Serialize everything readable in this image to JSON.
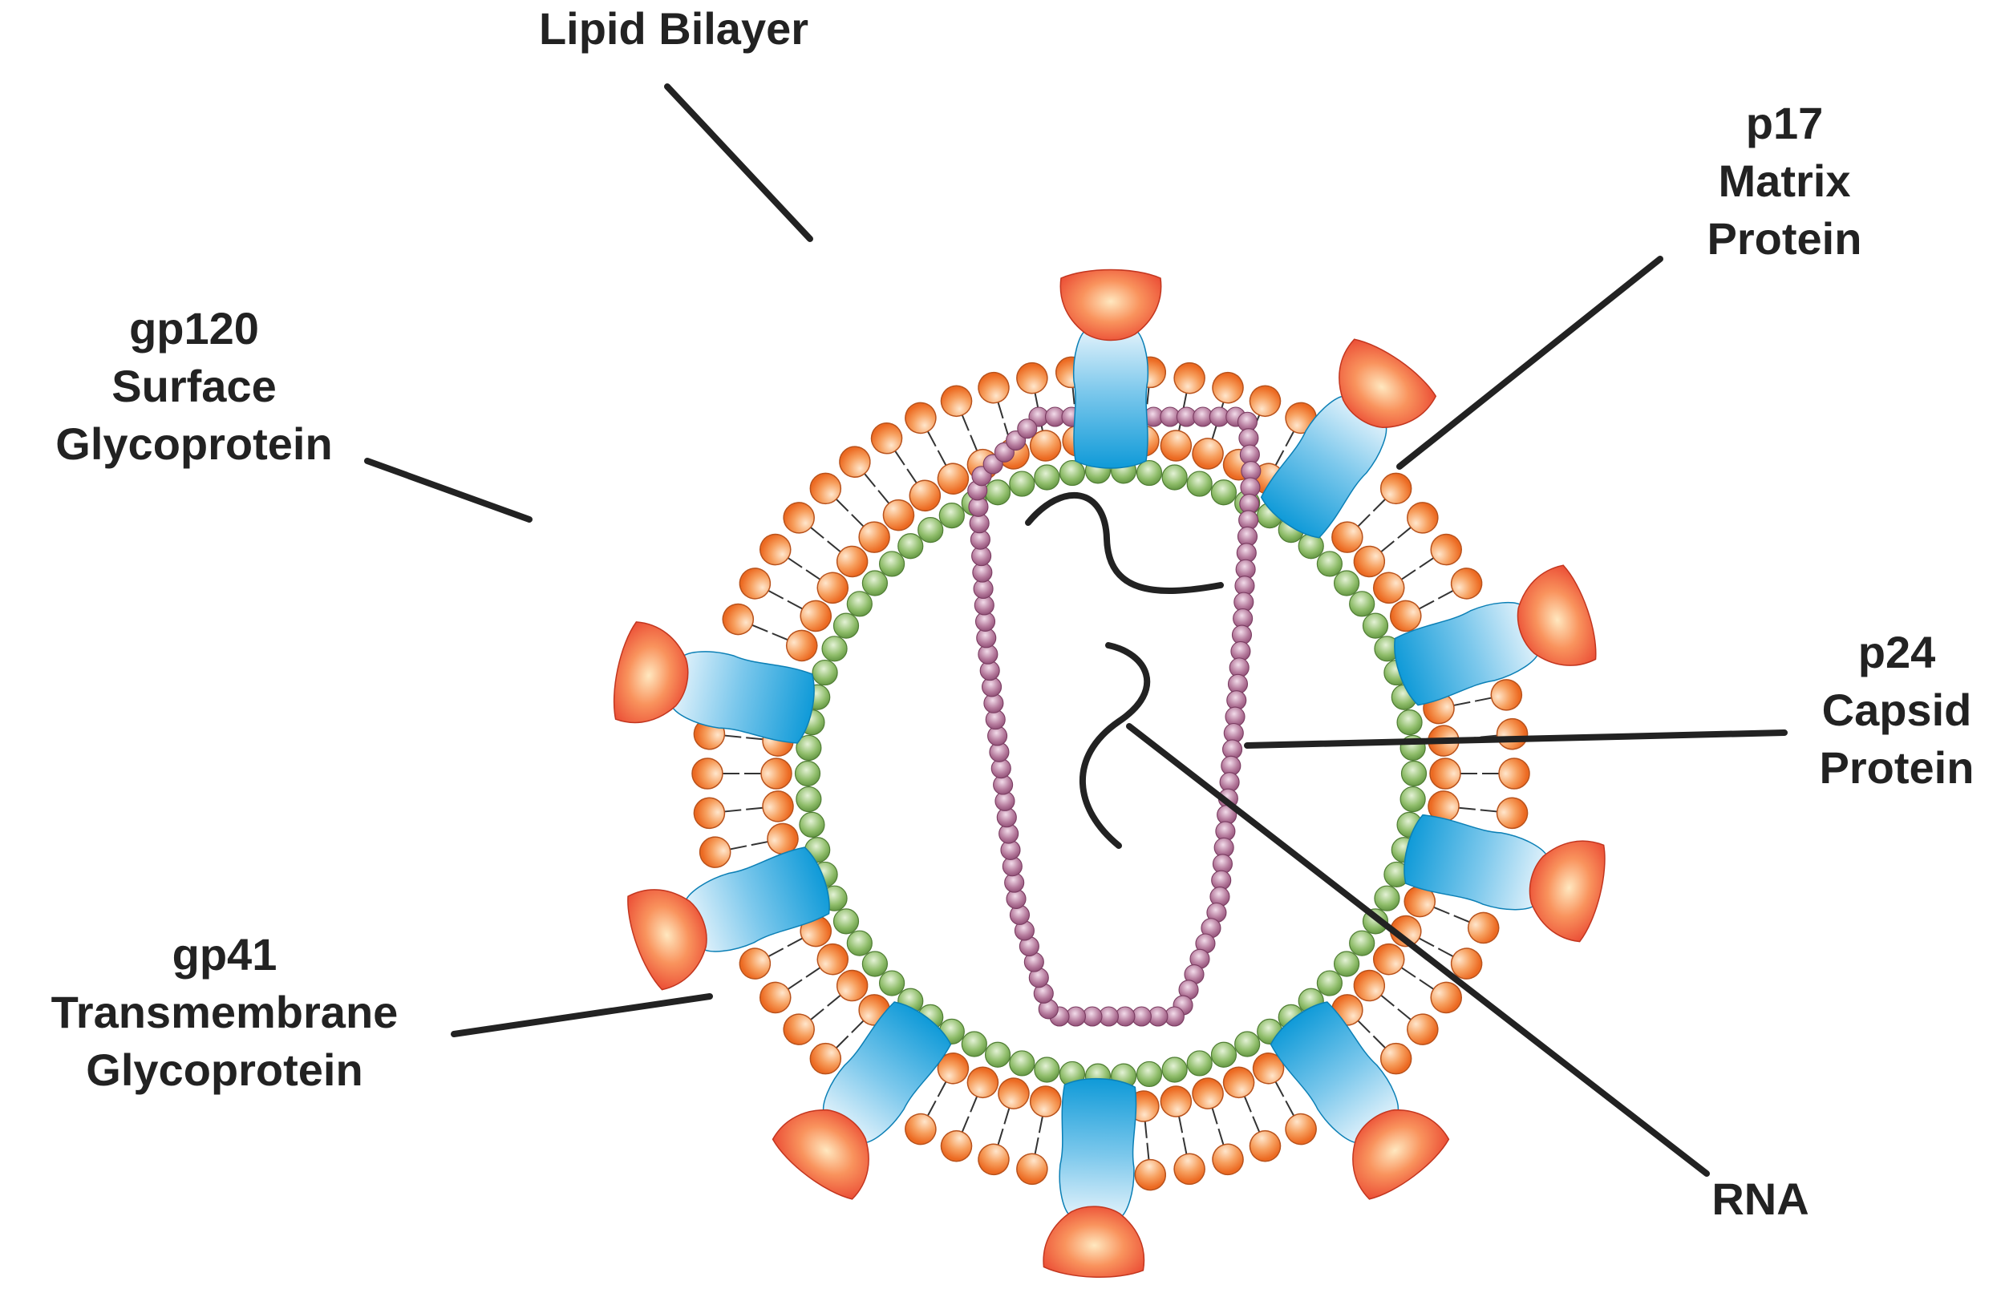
{
  "labels": {
    "lipid_bilayer": [
      "Lipid Bilayer"
    ],
    "p17": [
      "p17",
      "Matrix",
      "Protein"
    ],
    "gp120": [
      "gp120",
      "Surface",
      "Glycoprotein"
    ],
    "p24": [
      "p24",
      "Capsid",
      "Protein"
    ],
    "gp41": [
      "gp41",
      "Transmembrane",
      "Glycoprotein"
    ],
    "rna": [
      "RNA"
    ]
  },
  "colors": {
    "lipid_head": "#f4813a",
    "lipid_head_highlight": "#ffe6cc",
    "matrix_bead": "#7fb05a",
    "matrix_bead_highlight": "#e4f2d6",
    "capsid_bead": "#a8668c",
    "capsid_bead_highlight": "#f2dcea",
    "gp120_cap": "#f0553c",
    "gp120_cap_highlight": "#ffd9b0",
    "gp41_stem": "#1aa3df",
    "gp41_stem_light": "#d9eefa",
    "leader_line": "#222222",
    "label_text": "#222222"
  }
}
